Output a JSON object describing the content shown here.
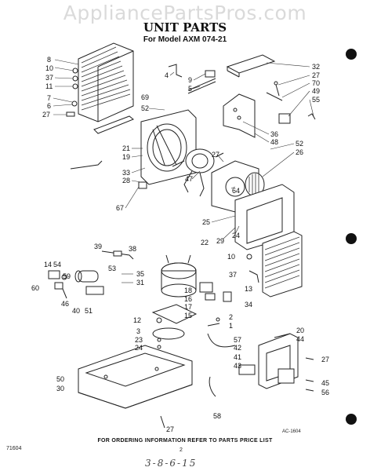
{
  "header": {
    "watermark": "AppliancePartsPros.com",
    "title": "UNIT PARTS",
    "subtitle": "For Model AXM 074-21"
  },
  "footer": {
    "note": "FOR ORDERING INFORMATION REFER TO PARTS PRICE LIST",
    "code_left": "71604",
    "code_right": "AC-1604",
    "page_number": "2",
    "handwritten": "3-8-6-15"
  },
  "callouts": [
    {
      "id": "c8",
      "text": "8"
    },
    {
      "id": "c10a",
      "text": "10"
    },
    {
      "id": "c37a",
      "text": "37"
    },
    {
      "id": "c11",
      "text": "11"
    },
    {
      "id": "c7",
      "text": "7"
    },
    {
      "id": "c6",
      "text": "6"
    },
    {
      "id": "c27a",
      "text": "27"
    },
    {
      "id": "c4",
      "text": "4"
    },
    {
      "id": "c9",
      "text": "9"
    },
    {
      "id": "c5",
      "text": "5"
    },
    {
      "id": "c69",
      "text": "69"
    },
    {
      "id": "c52a",
      "text": "52"
    },
    {
      "id": "c32",
      "text": "32"
    },
    {
      "id": "c27b",
      "text": "27"
    },
    {
      "id": "c70",
      "text": "70"
    },
    {
      "id": "c49",
      "text": "49"
    },
    {
      "id": "c55",
      "text": "55"
    },
    {
      "id": "c36",
      "text": "36"
    },
    {
      "id": "c48",
      "text": "48"
    },
    {
      "id": "c52b",
      "text": "52"
    },
    {
      "id": "c26",
      "text": "26"
    },
    {
      "id": "c21",
      "text": "21"
    },
    {
      "id": "c19",
      "text": "19"
    },
    {
      "id": "c33",
      "text": "33"
    },
    {
      "id": "c28",
      "text": "28"
    },
    {
      "id": "c47",
      "text": "47"
    },
    {
      "id": "c27c",
      "text": "27"
    },
    {
      "id": "c67",
      "text": "67"
    },
    {
      "id": "c64",
      "text": "64"
    },
    {
      "id": "c25",
      "text": "25"
    },
    {
      "id": "c29",
      "text": "29"
    },
    {
      "id": "c24a",
      "text": "24"
    },
    {
      "id": "c39",
      "text": "39"
    },
    {
      "id": "c38",
      "text": "38"
    },
    {
      "id": "c14",
      "text": "14"
    },
    {
      "id": "c54",
      "text": "54"
    },
    {
      "id": "c22",
      "text": "22"
    },
    {
      "id": "c10b",
      "text": "10"
    },
    {
      "id": "c59",
      "text": "59"
    },
    {
      "id": "c53",
      "text": "53"
    },
    {
      "id": "c35",
      "text": "35"
    },
    {
      "id": "c31",
      "text": "31"
    },
    {
      "id": "c60",
      "text": "60"
    },
    {
      "id": "c46",
      "text": "46"
    },
    {
      "id": "c40",
      "text": "40"
    },
    {
      "id": "c51",
      "text": "51"
    },
    {
      "id": "c37b",
      "text": "37"
    },
    {
      "id": "c18",
      "text": "18"
    },
    {
      "id": "c16",
      "text": "16"
    },
    {
      "id": "c17",
      "text": "17"
    },
    {
      "id": "c15",
      "text": "15"
    },
    {
      "id": "c13",
      "text": "13"
    },
    {
      "id": "c34",
      "text": "34"
    },
    {
      "id": "c12",
      "text": "12"
    },
    {
      "id": "c3",
      "text": "3"
    },
    {
      "id": "c23",
      "text": "23"
    },
    {
      "id": "c24b",
      "text": "24"
    },
    {
      "id": "c2",
      "text": "2"
    },
    {
      "id": "c1",
      "text": "1"
    },
    {
      "id": "c20",
      "text": "20"
    },
    {
      "id": "c44",
      "text": "44"
    },
    {
      "id": "c57",
      "text": "57"
    },
    {
      "id": "c42",
      "text": "42"
    },
    {
      "id": "c41",
      "text": "41"
    },
    {
      "id": "c43",
      "text": "43"
    },
    {
      "id": "c27d",
      "text": "27"
    },
    {
      "id": "c45",
      "text": "45"
    },
    {
      "id": "c56",
      "text": "56"
    },
    {
      "id": "c50",
      "text": "50"
    },
    {
      "id": "c30",
      "text": "30"
    },
    {
      "id": "c58",
      "text": "58"
    },
    {
      "id": "c27e",
      "text": "27"
    }
  ],
  "colors": {
    "ink": "#111111",
    "paper": "#ffffff",
    "watermark": "#969696"
  }
}
